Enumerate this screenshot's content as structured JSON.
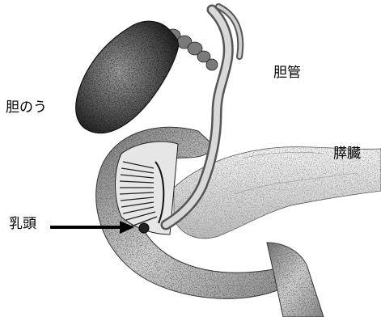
{
  "labels": {
    "gallbladder": "胆のう",
    "bile_duct": "胆管",
    "pancreas": "膵臓",
    "papilla": "乳頭"
  },
  "colors": {
    "ink": "#000000",
    "background": "#ffffff"
  }
}
